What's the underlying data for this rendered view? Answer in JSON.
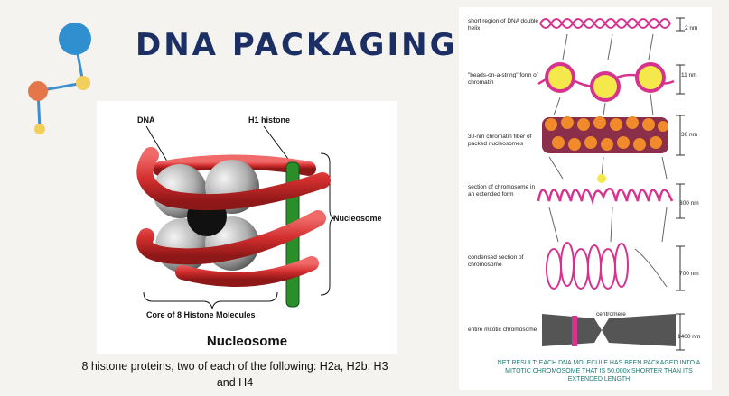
{
  "title": "DNA PACKAGING",
  "nucleosome_diagram": {
    "label_dna": "DNA",
    "label_h1": "H1 histone",
    "label_nucleosome": "Nucleosome",
    "label_core": "Core of 8 Histone Molecules",
    "caption": "Nucleosome",
    "colors": {
      "dna": "#d42f2f",
      "h1": "#2a8f2a",
      "histone": "#b8b8b8"
    }
  },
  "description": "8 histone proteins, two of each of the following: H2a, H2b, H3 and H4",
  "chromatin_diagram": {
    "stages": [
      {
        "label": "short region of DNA double helix",
        "scale": "2 nm"
      },
      {
        "label": "\"beads-on-a-string\" form of chromatin",
        "scale": "11 nm"
      },
      {
        "label": "30-nm chromatin fiber of packed nucleosomes",
        "scale": "30 nm"
      },
      {
        "label": "section of chromosome in an extended form",
        "scale": "300 nm"
      },
      {
        "label": "condensed section of chromosome",
        "scale": "700 nm"
      },
      {
        "label": "entire mitotic chromosome",
        "scale": "1400 nm"
      }
    ],
    "centromere_label": "centromere",
    "net_result": "NET RESULT: EACH DNA MOLECULE HAS BEEN PACKAGED INTO A MITOTIC CHROMOSOME THAT IS 50,000x SHORTER THAN ITS EXTENDED LENGTH",
    "colors": {
      "dna": "#d6338f",
      "bead": "#f5e84a",
      "chromosome": "#555555",
      "net_result": "#1a7a74"
    }
  },
  "decoration": {
    "molecule_colors": [
      "#2f8fcf",
      "#e5764a",
      "#f1cf5a",
      "#4fa3d9"
    ]
  }
}
